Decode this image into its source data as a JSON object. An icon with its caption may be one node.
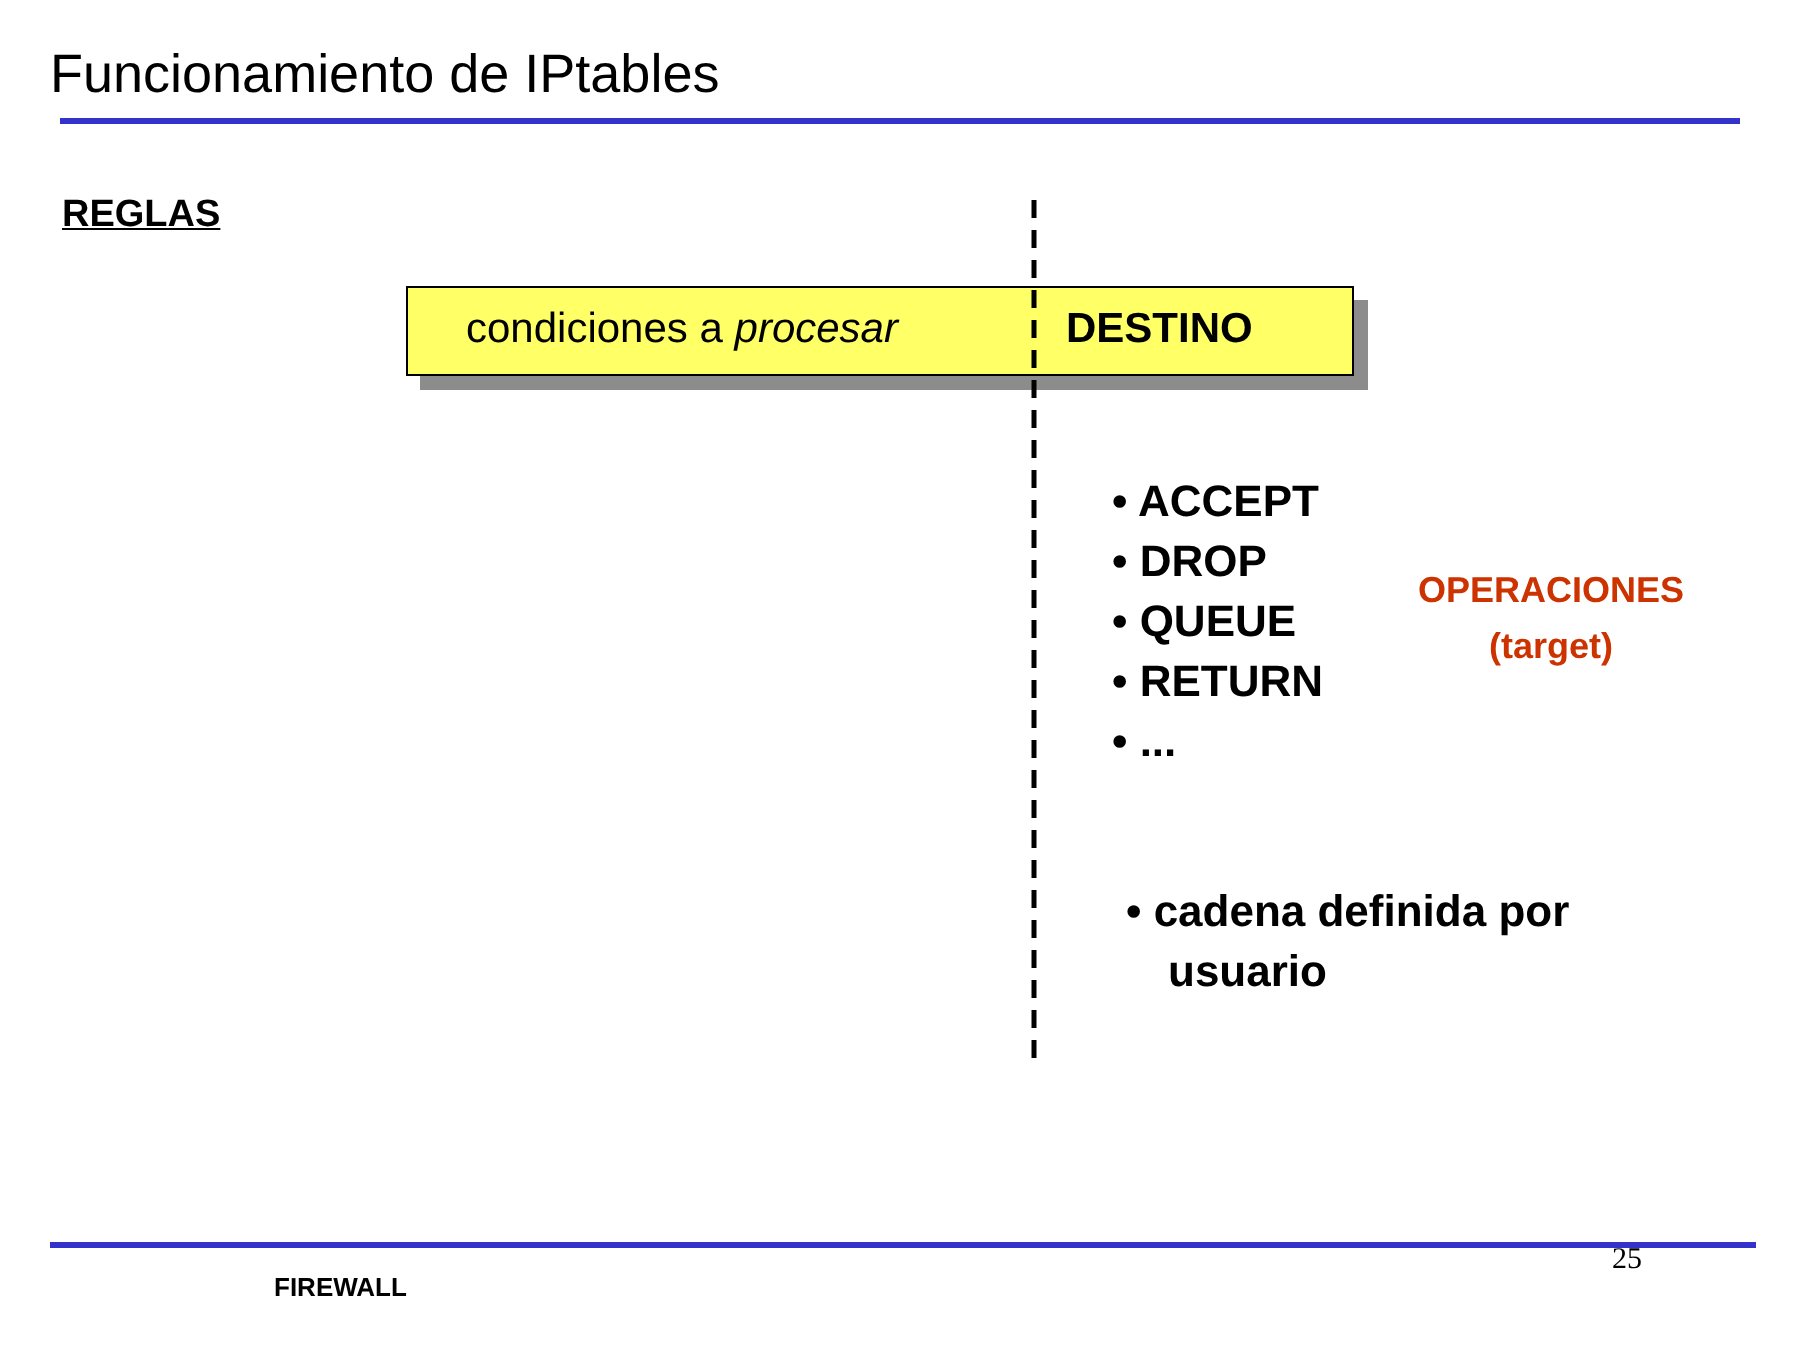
{
  "diagram": {
    "title": "Funcionamiento de IPtables",
    "nodes": [
      {
        "text": [
          "condiciones a *procesar*",
          "DESTINO"
        ]
      }
    ],
    "edges": [],
    "labels": [
      "REGLAS",
      "• ACCEPT",
      "• DROP",
      "• QUEUE",
      "• RETURN",
      "• ...",
      "OPERACIONES (target)",
      "• cadena definida por usuario",
      "FIREWALL",
      "25"
    ]
  }
}
